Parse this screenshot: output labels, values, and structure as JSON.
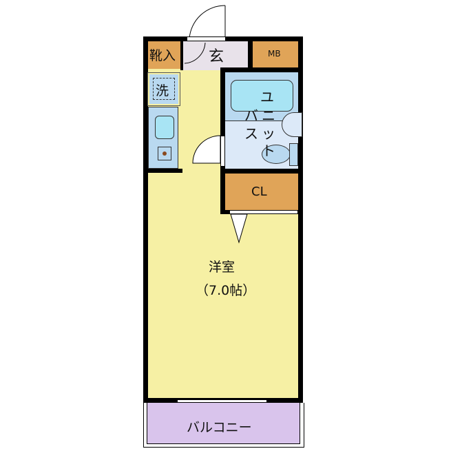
{
  "rooms": {
    "shoe_storage": "靴入",
    "entrance": "玄",
    "meter_box": "MB",
    "washer": "洗",
    "unit_bath_chars": [
      "ユ",
      "ニ",
      "ッ",
      "ト",
      "バ",
      "ス"
    ],
    "closet": "CL",
    "western_room": "洋室",
    "western_room_size": "（7.0帖）",
    "balcony": "バルコニー"
  },
  "colors": {
    "floor": "#f6f0a4",
    "storage": "#e0a458",
    "entrance": "#e8e2ea",
    "bath": "#b9d9f0",
    "bath_light": "#dce9f8",
    "balcony": "#d9c4ec",
    "wall": "#000000"
  }
}
